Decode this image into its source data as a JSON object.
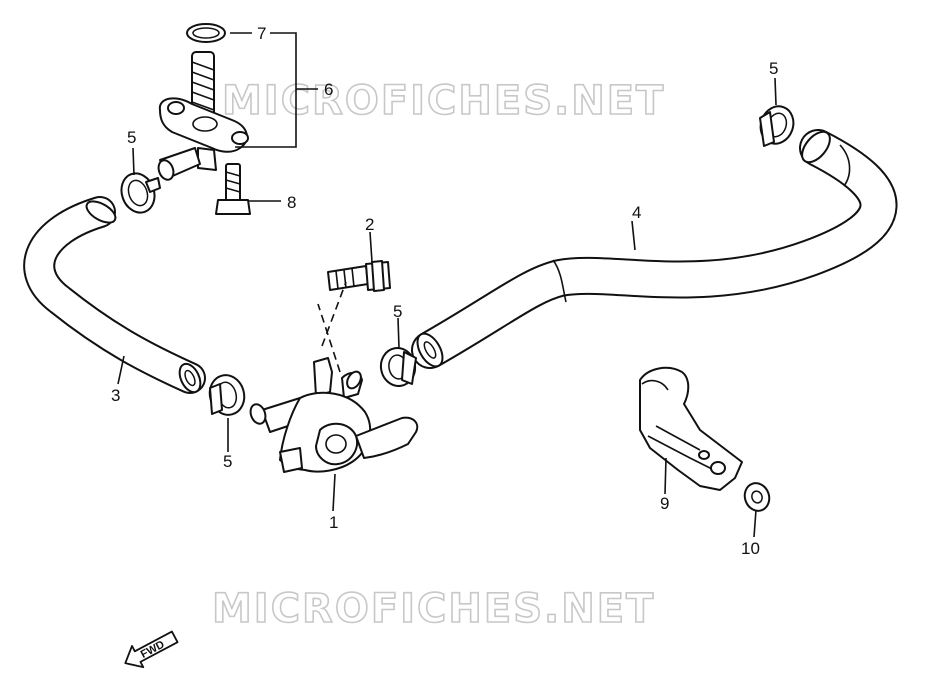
{
  "watermark": {
    "top": "MICROFICHES.NET",
    "bottom": "MICROFICHES.NET"
  },
  "fwd_label": "FWD",
  "callouts": {
    "c1": "1",
    "c2": "2",
    "c3": "3",
    "c4": "4",
    "c5a": "5",
    "c5b": "5",
    "c5c": "5",
    "c5d": "5",
    "c6": "6",
    "c7": "7",
    "c8": "8",
    "c9": "9",
    "c10": "10"
  }
}
